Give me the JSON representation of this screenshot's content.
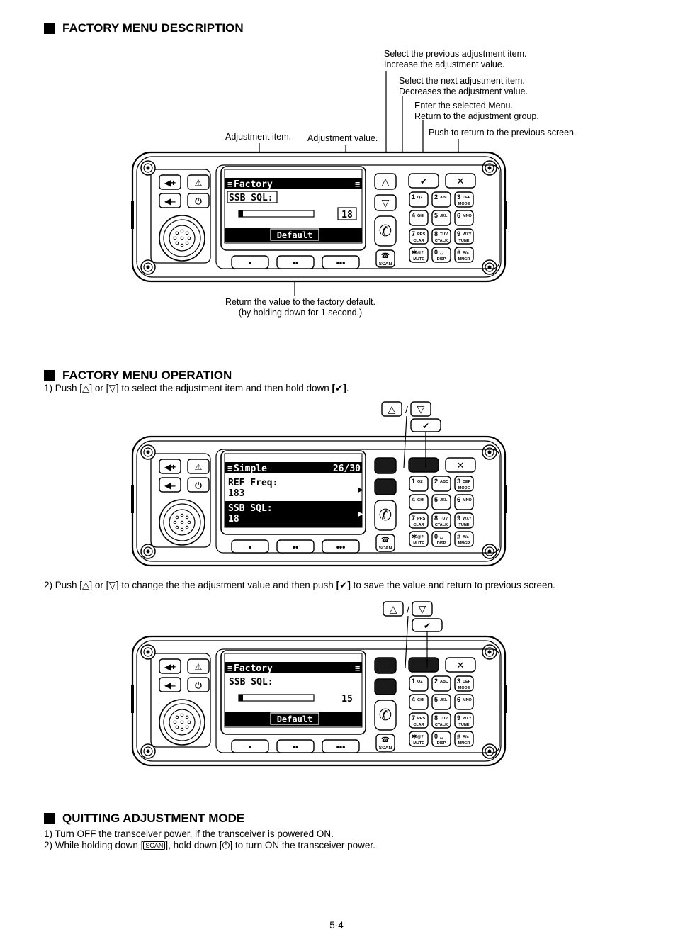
{
  "sections": {
    "description": {
      "title": "FACTORY MENU DESCRIPTION"
    },
    "operation": {
      "title": "FACTORY MENU OPERATION"
    },
    "quitting": {
      "title": "QUITTING ADJUSTMENT MODE"
    }
  },
  "callouts": {
    "prev_1": "Select the previous adjustment item.",
    "prev_2": "Increase the adjustment value.",
    "next_1": "Select the next adjustment item.",
    "next_2": "Decreases the adjustment value.",
    "enter_1": "Enter the selected Menu.",
    "enter_2": "Return to the adjustment group.",
    "back": "Push to return to the previous screen.",
    "adj_item": "Adjustment item.",
    "adj_value": "Adjustment value.",
    "default_1": "Return the value to the factory default.",
    "default_2": "(by holding down for 1 second.)"
  },
  "steps": {
    "op1_a": "1) Push [",
    "op1_b": "] or [",
    "op1_c": "] to select the adjustment item and then hold down",
    "op1_d": ".",
    "op2_a": "2) Push [",
    "op2_b": "] or [",
    "op2_c": "] to change the the adjustment value and then push",
    "op2_d": "to save the value and return to previous screen.",
    "quit1": "1) Turn OFF the transceiver power, if the transceiver is powered ON.",
    "quit2_a": "2) While holding down [",
    "quit2_b": "], hold down [",
    "quit2_c": "] to turn ON the transceiver power."
  },
  "symbols": {
    "up": "△",
    "down": "▽",
    "check": "[✔]",
    "check_plain": "✔",
    "scan": "SCAN",
    "power": "⏻",
    "slash": "/"
  },
  "radio": {
    "vol_up": "◀+",
    "vol_down": "◀–",
    "alert": "⚠",
    "power": "⏻",
    "cancel": "✕",
    "check": "✔",
    "scan": "SCAN",
    "soft1": "•",
    "soft2": "••",
    "soft3": "•••",
    "keys": [
      {
        "num": "1",
        "sub": "QZ",
        "sub2": ""
      },
      {
        "num": "2",
        "sub": "ABC",
        "sub2": ""
      },
      {
        "num": "3",
        "sub": "DEF",
        "sub2": "MODE"
      },
      {
        "num": "4",
        "sub": "GHI",
        "sub2": ""
      },
      {
        "num": "5",
        "sub": "JKL",
        "sub2": ""
      },
      {
        "num": "6",
        "sub": "MNO",
        "sub2": ""
      },
      {
        "num": "7",
        "sub": "PRS",
        "sub2": "CLAR"
      },
      {
        "num": "8",
        "sub": "TUV",
        "sub2": "CTALK"
      },
      {
        "num": "9",
        "sub": "WXY",
        "sub2": "TUNE"
      },
      {
        "num": "✱",
        "sub": "@?",
        "sub2": "MUTE"
      },
      {
        "num": "0",
        "sub": "␣",
        "sub2": "DISP"
      },
      {
        "num": "#",
        "sub": "A/a",
        "sub2": "MNGR"
      }
    ]
  },
  "screens": {
    "s1": {
      "header": "Factory",
      "item": "SSB SQL:",
      "value": "18",
      "level": 0.03,
      "softkey": "Default"
    },
    "s2": {
      "header": "Simple",
      "counter": "26/30",
      "row1_label": "REF Freq:",
      "row1_value": "183",
      "row2_label": "SSB SQL:",
      "row2_value": "18"
    },
    "s3": {
      "header": "Factory",
      "item": "SSB SQL:",
      "value": "15",
      "level": 0.03,
      "softkey": "Default"
    }
  },
  "page_number": "5-4"
}
